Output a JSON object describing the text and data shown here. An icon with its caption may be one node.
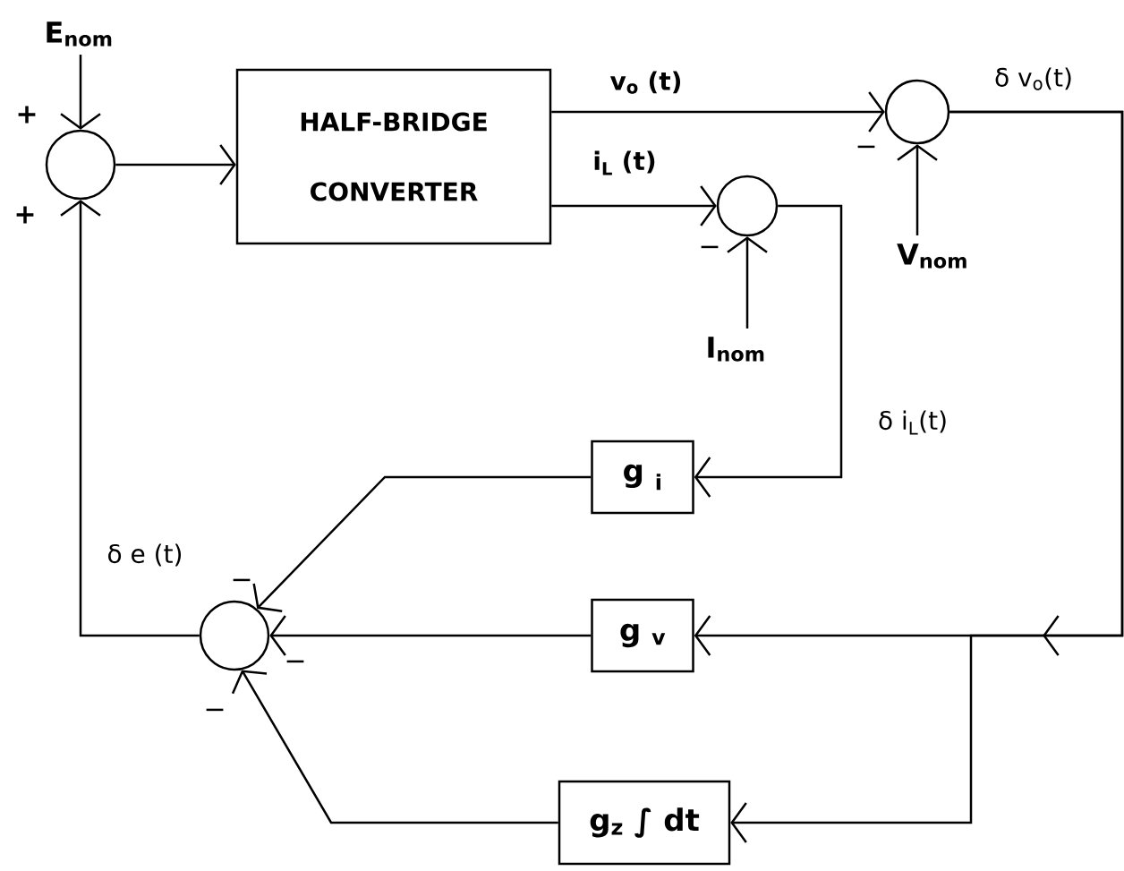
{
  "diagram": {
    "nodes": [
      {
        "text": [
          "E$_{nom}$"
        ]
      },
      {
        "text": [],
        "shape": "circle"
      },
      {
        "text": [
          "HALF-BRIDGE CONVERTER"
        ]
      },
      {
        "text": [],
        "shape": "circle"
      },
      {
        "text": [],
        "shape": "circle"
      },
      {
        "text": [
          "V$_{nom}$"
        ]
      },
      {
        "text": [
          "I$_{nom}$"
        ]
      },
      {
        "text": [
          "g $_{i}$"
        ]
      },
      {
        "text": [
          "g $_{v}$"
        ]
      },
      {
        "text": [],
        "shape": "circle"
      },
      {
        "text": [
          "g$_{z}$ ∫ dt"
        ]
      }
    ],
    "edges": [
      {
        "from": 0,
        "to": 1,
        "arrow": "to"
      },
      {
        "from": 1,
        "to": 2,
        "arrow": "to"
      },
      {
        "from": 2,
        "to": 3,
        "arrow": "to",
        "label": "v$_{o}$ (t)"
      },
      {
        "from": 2,
        "to": 4,
        "arrow": "to",
        "label": "i$_{L}$ (t)"
      },
      {
        "from": 5,
        "to": 3,
        "arrow": "to"
      },
      {
        "from": 6,
        "to": 4,
        "arrow": "to"
      },
      {
        "from": 4,
        "to": 7,
        "arrow": "to",
        "label": "δ i$_{L}$(t)"
      },
      {
        "from": 3,
        "to": 8,
        "arrow": "to",
        "label": "δ v$_{o}$(t)"
      },
      {
        "from": 3,
        "to": 10,
        "arrow": "to"
      },
      {
        "from": 7,
        "to": 9,
        "arrow": "to"
      },
      {
        "from": 8,
        "to": 9,
        "arrow": "to"
      },
      {
        "from": 10,
        "to": 9,
        "arrow": "to"
      },
      {
        "from": 9,
        "to": 1,
        "arrow": "to",
        "label": "δ e (t)"
      }
    ],
    "labels": [
      "+",
      "−",
      "+",
      "−",
      "−",
      "−",
      "−"
    ]
  }
}
